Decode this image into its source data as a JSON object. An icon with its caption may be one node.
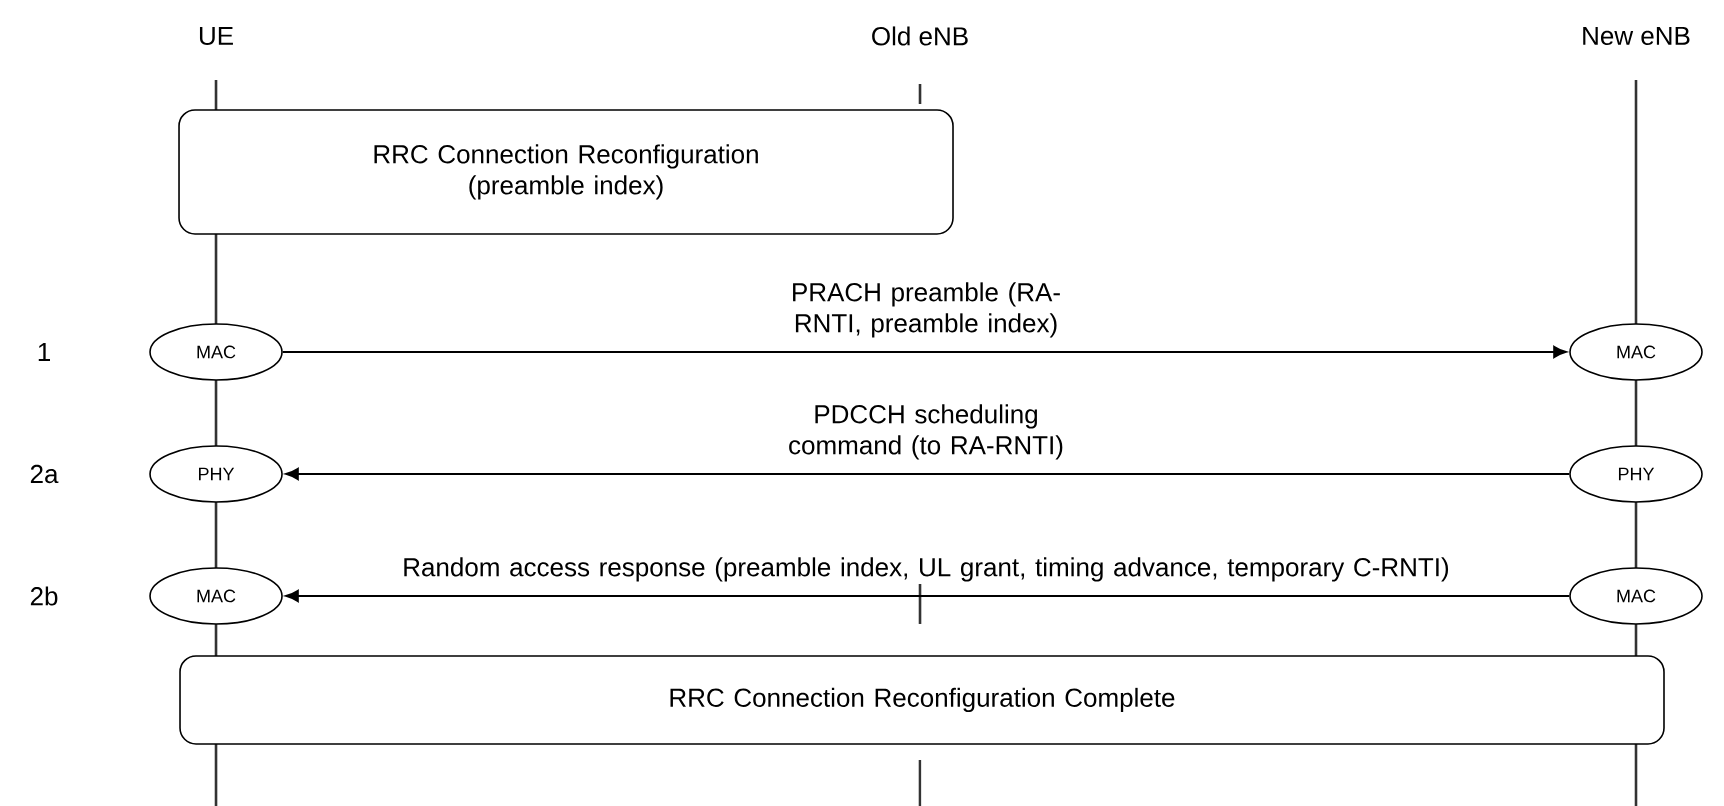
{
  "diagram": {
    "nodes": [
      {
        "text": [
          "UE"
        ]
      },
      {
        "text": [
          "Old eNB"
        ]
      },
      {
        "text": [
          "New eNB"
        ]
      },
      {
        "text": [
          "RRC Connection Reconfiguration (preamble index)"
        ]
      },
      {
        "text": [
          "MAC"
        ]
      },
      {
        "text": [
          "MAC"
        ]
      },
      {
        "text": [
          "PHY"
        ]
      },
      {
        "text": [
          "PHY"
        ]
      },
      {
        "text": [
          "MAC"
        ]
      },
      {
        "text": [
          "MAC"
        ]
      },
      {
        "text": [
          "RRC Connection Reconfiguration Complete"
        ]
      }
    ],
    "edges": [
      {
        "from": 4,
        "to": 5,
        "arrow": "to",
        "label": "PRACH preamble (RA-RNTI, preamble index)"
      },
      {
        "from": 7,
        "to": 6,
        "arrow": "to",
        "label": "PDCCH scheduling command (to RA-RNTI)"
      },
      {
        "from": 9,
        "to": 8,
        "arrow": "to",
        "label": "Random access response (preamble index, UL grant, timing advance, temporary C-RNTI)"
      }
    ],
    "labels": [
      "1",
      "2a",
      "2b"
    ]
  }
}
